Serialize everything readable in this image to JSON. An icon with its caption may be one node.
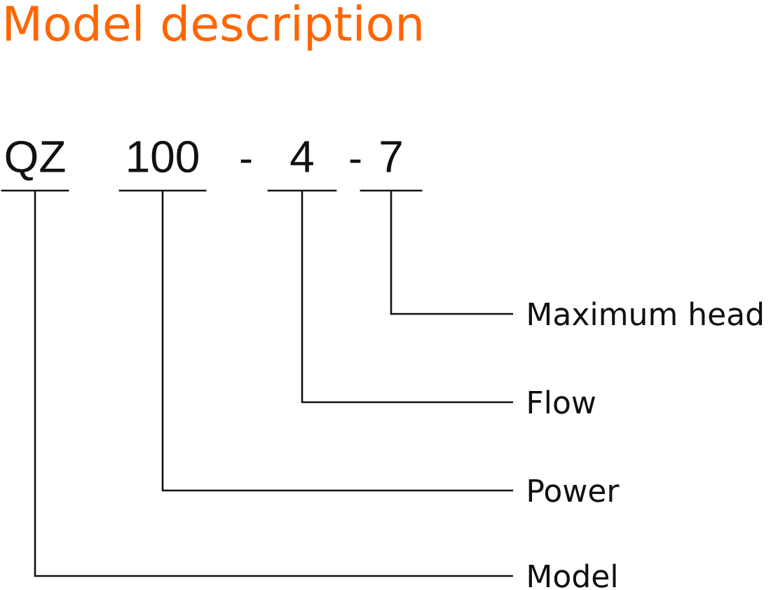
{
  "diagram": {
    "title": "Model description",
    "nodes": [
      {
        "text": [
          "QZ"
        ]
      },
      {
        "text": [
          "100"
        ]
      },
      {
        "text": [
          "4"
        ]
      },
      {
        "text": [
          "7"
        ]
      },
      {
        "text": [
          "Maximum head"
        ]
      },
      {
        "text": [
          "Flow"
        ]
      },
      {
        "text": [
          "Power"
        ]
      },
      {
        "text": [
          "Model"
        ]
      }
    ],
    "edges": [
      {
        "from": 4,
        "to": 3,
        "arrow": "none"
      },
      {
        "from": 5,
        "to": 2,
        "arrow": "none"
      },
      {
        "from": 6,
        "to": 1,
        "arrow": "none"
      },
      {
        "from": 7,
        "to": 0,
        "arrow": "none"
      }
    ],
    "labels": [
      "-",
      "-"
    ]
  }
}
